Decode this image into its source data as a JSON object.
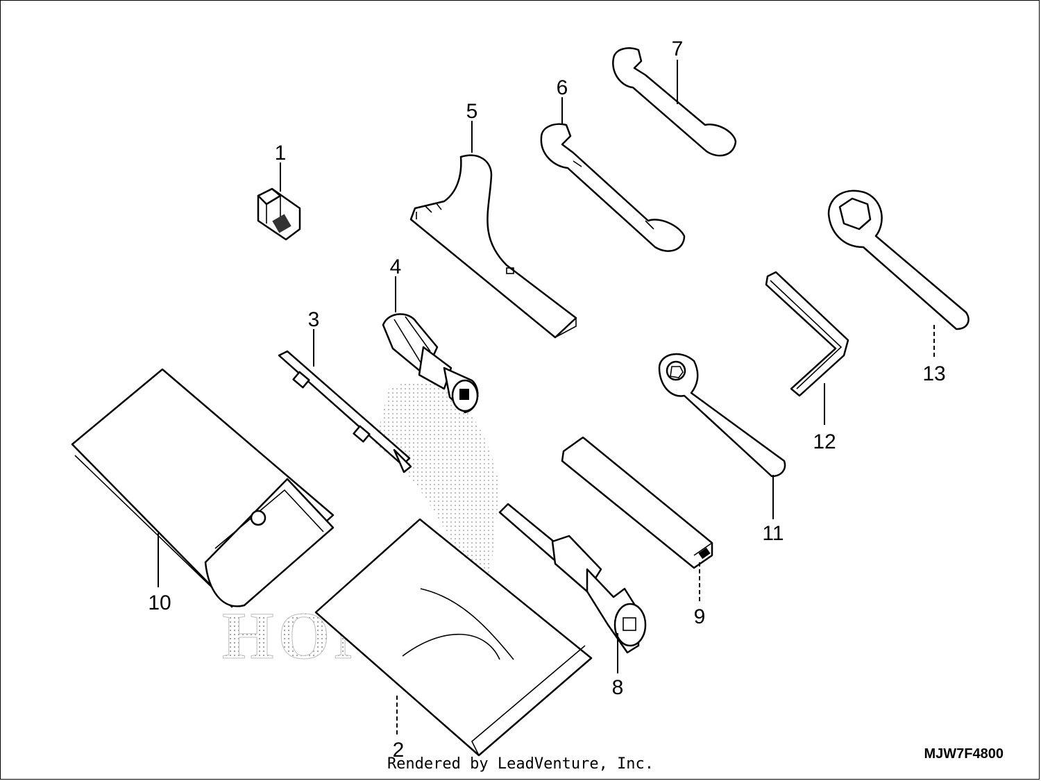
{
  "diagram": {
    "callouts": [
      "1",
      "2",
      "3",
      "4",
      "5",
      "6",
      "7",
      "8",
      "9",
      "10",
      "11",
      "12",
      "13"
    ],
    "watermark": "HONDA"
  },
  "footer": {
    "credit": "Rendered by LeadVenture, Inc.",
    "code": "MJW7F4800"
  },
  "colors": {
    "line": "#000000",
    "paper": "#ffffff",
    "watermark": "#c8c8c8"
  }
}
